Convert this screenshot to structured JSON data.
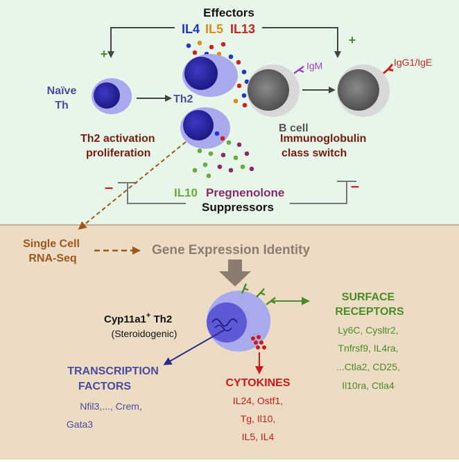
{
  "top": {
    "effectors": "Effectors",
    "il4": "IL4",
    "il5": "IL5",
    "il13": "IL13",
    "plus_left": "+",
    "plus_right": "+",
    "naive_line1": "Naïve",
    "naive_line2": "Th",
    "th2": "Th2",
    "igm": "IgM",
    "igg": "IgG1/IgE",
    "bcell": "B cell",
    "th2_act_line1": "Th2 activation",
    "th2_act_line2": "proliferation",
    "ig_line1": "Immunoglobulin",
    "ig_line2": "class switch",
    "minus_left": "–",
    "minus_right": "–",
    "il10": "IL10",
    "pregnenolone": "Pregnenolone",
    "suppressors": "Suppressors"
  },
  "bottom": {
    "scrna_line1": "Single Cell",
    "scrna_line2": "RNA-Seq",
    "gene_expression": "Gene Expression Identity",
    "cyp_name": "Cyp11a1",
    "cyp_sup": "+",
    "cyp_th2": " Th2",
    "steroidogenic": "(Steroidogenic)",
    "surface_title_line1": "SURFACE",
    "surface_title_line2": "RECEPTORS",
    "surface_items": [
      "Ly6C, Cysltr2,",
      "Tnfrsf9, IL4ra,",
      "...Ctla2, CD25,",
      "Il10ra, Ctla4"
    ],
    "tf_title_line1": "TRANSCRIPTION",
    "tf_title_line2": "FACTORS",
    "tf_items": [
      "Nfil3,..., Crem,",
      "Gata3"
    ],
    "cytokines_title": "CYTOKINES",
    "cytokine_items": [
      "IL24, Ostf1,",
      "Tg, Il10,",
      "IL5, IL4"
    ]
  },
  "colors": {
    "top_bg": "#e6f7ea",
    "bottom_bg": "#ecdcc4",
    "il4": "#2233cc",
    "il5": "#e08a1a",
    "il13": "#cc2222",
    "dark_red": "#7a1a10",
    "purple_blue": "#4a4aa0",
    "green": "#4a8a28",
    "red": "#d01818",
    "brown": "#a0561a",
    "gray": "#8a7d6f"
  }
}
